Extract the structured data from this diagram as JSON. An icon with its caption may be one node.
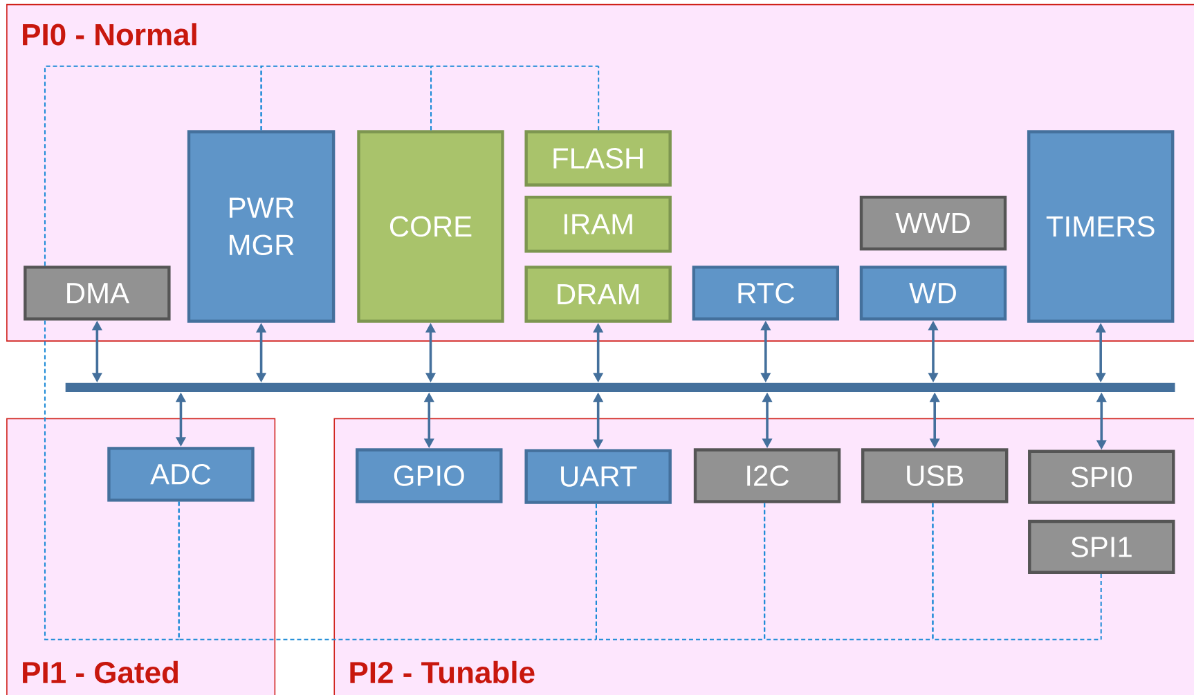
{
  "diagram": {
    "nodes": [
      {
        "text": [
          "PI0 - Normal"
        ]
      },
      {
        "text": [
          "DMA"
        ],
        "in": 0
      },
      {
        "text": [
          "PWR MGR"
        ],
        "in": 0
      },
      {
        "text": [
          "CORE"
        ],
        "in": 0
      },
      {
        "text": [
          "FLASH"
        ],
        "in": 0
      },
      {
        "text": [
          "IRAM"
        ],
        "in": 0
      },
      {
        "text": [
          "DRAM"
        ],
        "in": 0
      },
      {
        "text": [
          "RTC"
        ],
        "in": 0
      },
      {
        "text": [
          "WWD"
        ],
        "in": 0
      },
      {
        "text": [
          "WD"
        ],
        "in": 0
      },
      {
        "text": [
          "TIMERS"
        ],
        "in": 0
      },
      {
        "text": [],
        "shape": "bar"
      },
      {
        "text": [
          "PI1 - Gated"
        ]
      },
      {
        "text": [
          "ADC"
        ],
        "in": 12
      },
      {
        "text": [
          "PI2 - Tunable"
        ]
      },
      {
        "text": [
          "GPIO"
        ],
        "in": 14
      },
      {
        "text": [
          "UART"
        ],
        "in": 14
      },
      {
        "text": [
          "I2C"
        ],
        "in": 14
      },
      {
        "text": [
          "USB"
        ],
        "in": 14
      },
      {
        "text": [
          "SPI0"
        ],
        "in": 14
      },
      {
        "text": [
          "SPI1"
        ],
        "in": 14
      }
    ],
    "edges": [
      {
        "from": 1,
        "to": 11,
        "arrow": "both"
      },
      {
        "from": 2,
        "to": 11,
        "arrow": "both"
      },
      {
        "from": 3,
        "to": 11,
        "arrow": "both"
      },
      {
        "from": 6,
        "to": 11,
        "arrow": "both"
      },
      {
        "from": 7,
        "to": 11,
        "arrow": "both"
      },
      {
        "from": 9,
        "to": 11,
        "arrow": "both"
      },
      {
        "from": 10,
        "to": 11,
        "arrow": "both"
      },
      {
        "from": 11,
        "to": 13,
        "arrow": "both"
      },
      {
        "from": 11,
        "to": 15,
        "arrow": "both"
      },
      {
        "from": 11,
        "to": 16,
        "arrow": "both"
      },
      {
        "from": 11,
        "to": 17,
        "arrow": "both"
      },
      {
        "from": 11,
        "to": 18,
        "arrow": "both"
      },
      {
        "from": 11,
        "to": 19,
        "arrow": "both"
      },
      {
        "from": 1,
        "to": 2,
        "arrow": "none",
        "style": "dashed",
        "color": "#1b8ad6"
      },
      {
        "from": 2,
        "to": 3,
        "arrow": "none",
        "style": "dashed",
        "color": "#1b8ad6"
      },
      {
        "from": 3,
        "to": 4,
        "arrow": "none",
        "style": "dashed",
        "color": "#1b8ad6"
      },
      {
        "from": 1,
        "to": 13,
        "arrow": "none",
        "style": "dashed",
        "color": "#1b8ad6"
      },
      {
        "from": 13,
        "to": 16,
        "arrow": "none",
        "style": "dashed",
        "color": "#1b8ad6"
      },
      {
        "from": 16,
        "to": 17,
        "arrow": "none",
        "style": "dashed",
        "color": "#1b8ad6"
      },
      {
        "from": 17,
        "to": 18,
        "arrow": "none",
        "style": "dashed",
        "color": "#1b8ad6"
      },
      {
        "from": 18,
        "to": 20,
        "arrow": "none",
        "style": "dashed",
        "color": "#1b8ad6"
      }
    ]
  }
}
